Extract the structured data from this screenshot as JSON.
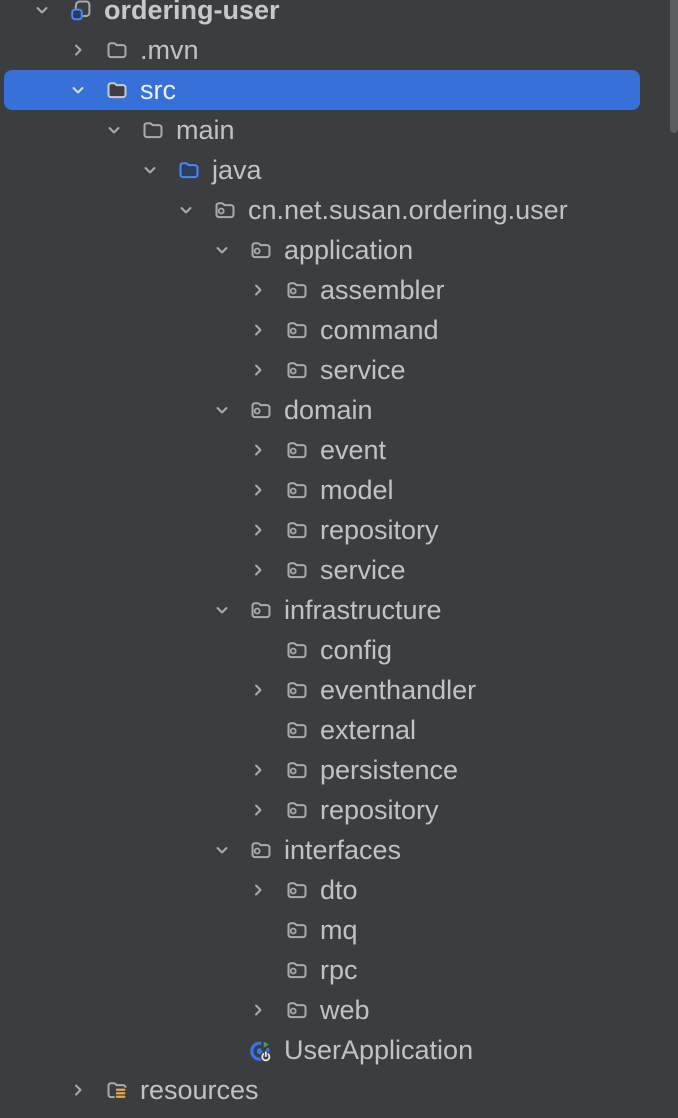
{
  "tree": {
    "nodes": [
      {
        "label": "ordering-user",
        "level": 0,
        "chevron": "down",
        "icon": "project",
        "bold": true
      },
      {
        "label": ".mvn",
        "level": 1,
        "chevron": "right",
        "icon": "folder"
      },
      {
        "label": "src",
        "level": 1,
        "chevron": "down",
        "icon": "folder",
        "selected": true
      },
      {
        "label": "main",
        "level": 2,
        "chevron": "down",
        "icon": "folder"
      },
      {
        "label": "java",
        "level": 3,
        "chevron": "down",
        "icon": "folder-sources"
      },
      {
        "label": "cn.net.susan.ordering.user",
        "level": 4,
        "chevron": "down",
        "icon": "package"
      },
      {
        "label": "application",
        "level": 5,
        "chevron": "down",
        "icon": "package"
      },
      {
        "label": "assembler",
        "level": 6,
        "chevron": "right",
        "icon": "package"
      },
      {
        "label": "command",
        "level": 6,
        "chevron": "right",
        "icon": "package"
      },
      {
        "label": "service",
        "level": 6,
        "chevron": "right",
        "icon": "package"
      },
      {
        "label": "domain",
        "level": 5,
        "chevron": "down",
        "icon": "package"
      },
      {
        "label": "event",
        "level": 6,
        "chevron": "right",
        "icon": "package"
      },
      {
        "label": "model",
        "level": 6,
        "chevron": "right",
        "icon": "package"
      },
      {
        "label": "repository",
        "level": 6,
        "chevron": "right",
        "icon": "package"
      },
      {
        "label": "service",
        "level": 6,
        "chevron": "right",
        "icon": "package"
      },
      {
        "label": "infrastructure",
        "level": 5,
        "chevron": "down",
        "icon": "package"
      },
      {
        "label": "config",
        "level": 6,
        "chevron": null,
        "icon": "package"
      },
      {
        "label": "eventhandler",
        "level": 6,
        "chevron": "right",
        "icon": "package"
      },
      {
        "label": "external",
        "level": 6,
        "chevron": null,
        "icon": "package"
      },
      {
        "label": "persistence",
        "level": 6,
        "chevron": "right",
        "icon": "package"
      },
      {
        "label": "repository",
        "level": 6,
        "chevron": "right",
        "icon": "package"
      },
      {
        "label": "interfaces",
        "level": 5,
        "chevron": "down",
        "icon": "package"
      },
      {
        "label": "dto",
        "level": 6,
        "chevron": "right",
        "icon": "package"
      },
      {
        "label": "mq",
        "level": 6,
        "chevron": null,
        "icon": "package"
      },
      {
        "label": "rpc",
        "level": 6,
        "chevron": null,
        "icon": "package"
      },
      {
        "label": "web",
        "level": 6,
        "chevron": "right",
        "icon": "package"
      },
      {
        "label": "UserApplication",
        "level": 5,
        "chevron": null,
        "icon": "run-application"
      },
      {
        "label": "resources",
        "level": 1,
        "chevron": "right",
        "icon": "folder-resources"
      }
    ]
  },
  "colors": {
    "background": "#3b3e40",
    "selection_blue": "#3571d6",
    "text": "#c0c2c5",
    "selected_text": "#eef0f2",
    "icon_gray": "#a9acaf",
    "sources_root_blue": "#4e86f6",
    "resources_yellow": "#e2ab43",
    "run_green": "#4f9f50",
    "run_blue": "#3d72ee",
    "scrollbar": "#5b5e61"
  }
}
